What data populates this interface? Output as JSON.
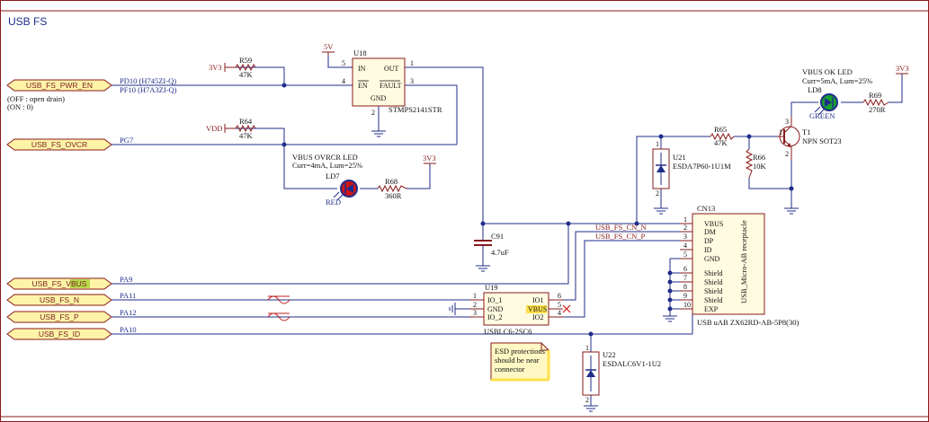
{
  "sheet": {
    "title": "USB FS"
  },
  "ports": {
    "pwr_en": "USB_FS_PWR_EN",
    "ovcr": "USB_FS_OVCR",
    "vbus": "USB_FS_VBUS",
    "n": "USB_FS_N",
    "p": "USB_FS_P",
    "id": "USB_FS_ID"
  },
  "nets": {
    "pd10": "PD10 (H745ZI-Q)",
    "pf10": "PF10 (H7A3ZI-Q)",
    "off_note": "(OFF : open drain)",
    "on_note": "(ON : 0)",
    "pg7": "PG7",
    "pa9": "PA9",
    "pa11": "PA11",
    "pa12": "PA12",
    "pa10": "PA10",
    "cn_n": "USB_FS_CN_N",
    "cn_p": "USB_FS_CN_P"
  },
  "power": {
    "v5": "5V",
    "v3_a": "3V3",
    "vdd": "VDD",
    "v3_b": "3V3",
    "v3_c": "3V3"
  },
  "u18": {
    "ref": "U18",
    "part": "STMPS2141STR",
    "in": "IN",
    "out": "OUT",
    "en": "EN",
    "fault": "FAULT",
    "gnd": "GND",
    "p1": "1",
    "p2": "2",
    "p3": "3",
    "p4": "4",
    "p5": "5"
  },
  "r59": {
    "ref": "R59",
    "val": "47K"
  },
  "r64": {
    "ref": "R64",
    "val": "47K"
  },
  "r68": {
    "ref": "R68",
    "val": "360R"
  },
  "r65": {
    "ref": "R65",
    "val": "47K"
  },
  "r66": {
    "ref": "R66",
    "val": "10K"
  },
  "r69": {
    "ref": "R69",
    "val": "270R"
  },
  "ld7": {
    "title": "VBUS OVRCR LED",
    "spec": "Curr=4mA, Lum=25%",
    "ref": "LD7",
    "color": "RED"
  },
  "ld8": {
    "title": "VBUS OK LED",
    "spec": "Curr=5mA, Lum=25%",
    "ref": "LD8",
    "color": "GREEN"
  },
  "t1": {
    "ref": "T1",
    "part": "NPN SOT23",
    "p1": "1",
    "p2": "2",
    "p3": "3"
  },
  "c91": {
    "ref": "C91",
    "val": "4.7uF"
  },
  "u21": {
    "ref": "U21",
    "part": "ESDA7P60-1U1M",
    "p1": "1",
    "p2": "2"
  },
  "u22": {
    "ref": "U22",
    "part": "ESDALC6V1-1U2",
    "p1": "1",
    "p2": "2"
  },
  "u19": {
    "ref": "U19",
    "part": "USBLC6-2SC6",
    "io1": "IO1",
    "io_1": "IO_1",
    "gnd": "GND",
    "io_2": "IO_2",
    "io2": "IO2",
    "vbus": "VBUS",
    "p1": "1",
    "p2": "2",
    "p3": "3",
    "p4": "4",
    "p5": "5",
    "p6": "6"
  },
  "cn13": {
    "ref": "CN13",
    "side_label": "USB_Micro-AB receptacle",
    "part": "USB uAB ZX62RD-AB-5P8(30)",
    "pins": [
      {
        "num": "1",
        "name": "VBUS"
      },
      {
        "num": "2",
        "name": "DM"
      },
      {
        "num": "3",
        "name": "DP"
      },
      {
        "num": "4",
        "name": "ID"
      },
      {
        "num": "5",
        "name": "GND"
      },
      {
        "num": "6",
        "name": "Shield"
      },
      {
        "num": "7",
        "name": "Shield"
      },
      {
        "num": "8",
        "name": "Shield"
      },
      {
        "num": "9",
        "name": "Shield"
      },
      {
        "num": "10",
        "name": "EXP"
      }
    ]
  },
  "note": {
    "line1": "ESD protections",
    "line2": "should be near",
    "line3": "connector"
  },
  "colors": {
    "wire": "#1f2d8a",
    "component": "#8a1a1a",
    "port_fill": "#fff3a8",
    "led_red": "#d01515",
    "led_green": "#19a030"
  }
}
